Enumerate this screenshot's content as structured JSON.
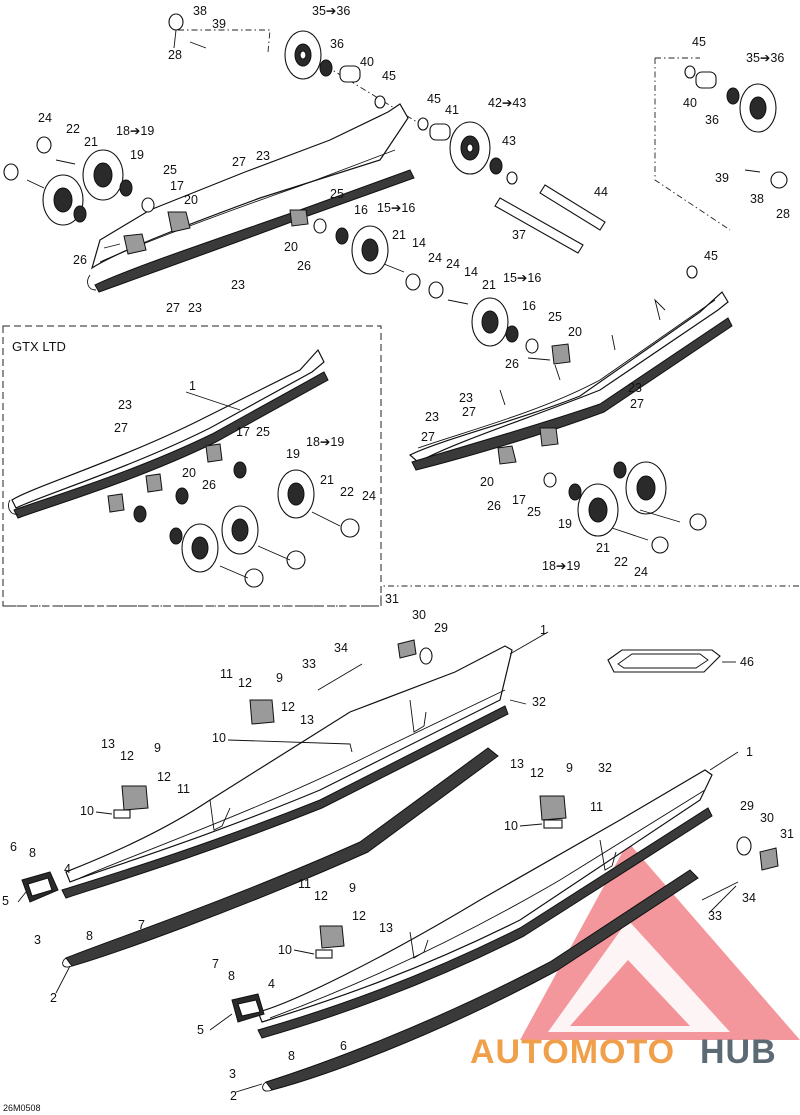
{
  "inset_title": "GTX LTD",
  "drawing_code": "26M0508",
  "watermark": {
    "text_a": "AUTOMOTO",
    "text_b": "HUB",
    "color_a": "#f0a04b",
    "color_b": "#5c6b73",
    "triangle_color": "#e8202a"
  },
  "callouts": {
    "c35_36a": "35➔36",
    "c38a": "38",
    "c39a": "39",
    "c28a": "28",
    "c36a": "36",
    "c40a": "40",
    "c45a": "45",
    "c45b": "45",
    "c41": "41",
    "c42_43": "42➔43",
    "c43": "43",
    "c44": "44",
    "c37": "37",
    "c45c": "45",
    "c35_36b": "35➔36",
    "c40b": "40",
    "c36b": "36",
    "c39b": "39",
    "c38b": "38",
    "c28b": "28",
    "c45d": "45",
    "c24a": "24",
    "c22a": "22",
    "c21a": "21",
    "c18_19a": "18➔19",
    "c19a": "19",
    "c25a": "25",
    "c17a": "17",
    "c20a": "20",
    "c26a": "26",
    "c27a": "27",
    "c23a": "23",
    "c27b": "27",
    "c23b": "23",
    "c23c": "23",
    "c25b": "25",
    "c16a": "16",
    "c15_16a": "15➔16",
    "c20b": "20",
    "c26b": "26",
    "c21b": "21",
    "c14a": "14",
    "c24b": "24",
    "c24c": "24",
    "c14b": "14",
    "c21c": "21",
    "c15_16b": "15➔16",
    "c16b": "16",
    "c25c": "25",
    "c20c": "20",
    "c26c": "26",
    "c23d": "23",
    "c27c": "27",
    "c23e": "23",
    "c27d": "27",
    "c23f": "23",
    "c27e": "27",
    "c20d": "20",
    "c26d": "26",
    "c17b": "17",
    "c25d": "25",
    "c19b": "19",
    "c21d": "21",
    "c22b": "22",
    "c24d": "24",
    "c18_19b": "18➔19",
    "g1": "1",
    "g23": "23",
    "g27": "27",
    "g17": "17",
    "g25": "25",
    "g18_19": "18➔19",
    "g20": "20",
    "g26": "26",
    "g19": "19",
    "g21": "21",
    "g22": "22",
    "g24": "24",
    "b31a": "31",
    "b30a": "30",
    "b29a": "29",
    "b1a": "1",
    "b34a": "34",
    "b33a": "33",
    "b32a": "32",
    "b46": "46",
    "b11a": "11",
    "b12a": "12",
    "b9a": "9",
    "b12b": "12",
    "b13a": "13",
    "b10a": "10",
    "b13b": "13",
    "b12c": "12",
    "b9b": "9",
    "b12d": "12",
    "b11b": "11",
    "b10b": "10",
    "b6a": "6",
    "b8a": "8",
    "b4a": "4",
    "b5a": "5",
    "b3a": "3",
    "b8b": "8",
    "b7a": "7",
    "b2a": "2",
    "b13c": "13",
    "b12e": "12",
    "b9c": "9",
    "b32b": "32",
    "b1b": "1",
    "b11c": "11",
    "b10c": "10",
    "b29b": "29",
    "b30b": "30",
    "b31b": "31",
    "b34b": "34",
    "b33b": "33",
    "b11d": "11",
    "b12f": "12",
    "b9d": "9",
    "b12g": "12",
    "b13d": "13",
    "b10d": "10",
    "b7b": "7",
    "b8c": "8",
    "b4b": "4",
    "b5b": "5",
    "b8d": "8",
    "b6b": "6",
    "b3b": "3",
    "b2b": "2"
  }
}
